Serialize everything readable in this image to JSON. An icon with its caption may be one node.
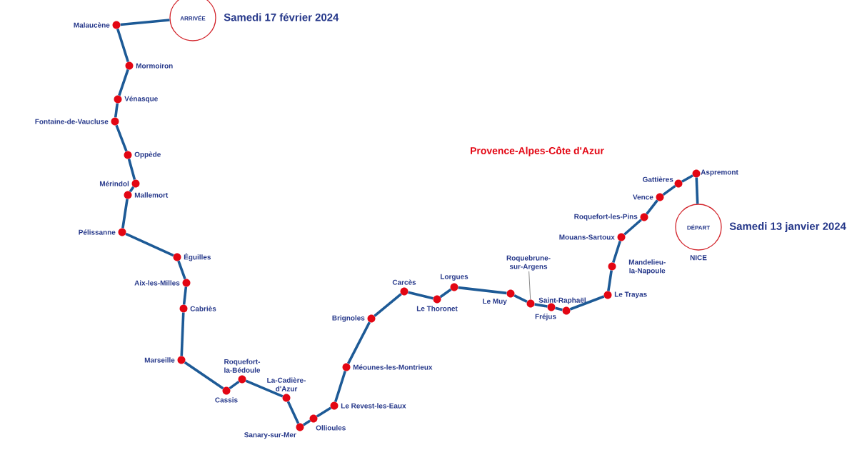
{
  "diagram": {
    "nodes": [
      {
        "text": [
          "ARRIVÉE"
        ],
        "beside": [
          "Samedi 17 février 2024"
        ]
      },
      {
        "text": [],
        "shape": "circle",
        "beside": [
          "Malaucène"
        ]
      },
      {
        "text": [],
        "shape": "circle",
        "beside": [
          "Mormoiron"
        ]
      },
      {
        "text": [],
        "shape": "circle",
        "beside": [
          "Vénasque"
        ]
      },
      {
        "text": [],
        "shape": "circle",
        "beside": [
          "Fontaine-de-Vaucluse"
        ]
      },
      {
        "text": [],
        "shape": "circle",
        "beside": [
          "Oppède"
        ]
      },
      {
        "text": [],
        "shape": "circle",
        "beside": [
          "Mérindol"
        ]
      },
      {
        "text": [],
        "shape": "circle",
        "beside": [
          "Mallemort"
        ]
      },
      {
        "text": [],
        "shape": "circle",
        "beside": [
          "Pélissanne"
        ]
      },
      {
        "text": [],
        "shape": "circle",
        "beside": [
          "Éguilles"
        ]
      },
      {
        "text": [],
        "shape": "circle",
        "beside": [
          "Aix-les-Milles"
        ]
      },
      {
        "text": [],
        "shape": "circle",
        "beside": [
          "Cabriès"
        ]
      },
      {
        "text": [],
        "shape": "circle",
        "beside": [
          "Marseille"
        ]
      },
      {
        "text": [],
        "shape": "circle",
        "beside": [
          "Cassis"
        ]
      },
      {
        "text": [],
        "shape": "circle",
        "beside": [
          "Roquefort-la-Bédoule"
        ]
      },
      {
        "text": [],
        "shape": "circle",
        "beside": [
          "La-Cadière-d'Azur"
        ]
      },
      {
        "text": [],
        "shape": "circle",
        "beside": [
          "Sanary-sur-Mer"
        ]
      },
      {
        "text": [],
        "shape": "circle",
        "beside": [
          "Ollioules"
        ]
      },
      {
        "text": [],
        "shape": "circle",
        "beside": [
          "Le Revest-les-Eaux"
        ]
      },
      {
        "text": [],
        "shape": "circle",
        "beside": [
          "Méounes-les-Montrieux"
        ]
      },
      {
        "text": [],
        "shape": "circle",
        "beside": [
          "Brignoles"
        ]
      },
      {
        "text": [],
        "shape": "circle",
        "beside": [
          "Carcès"
        ]
      },
      {
        "text": [],
        "shape": "circle",
        "beside": [
          "Le Thoronet"
        ]
      },
      {
        "text": [],
        "shape": "circle",
        "beside": [
          "Lorgues"
        ]
      },
      {
        "text": [],
        "shape": "circle",
        "beside": [
          "Le Muy"
        ]
      },
      {
        "text": [],
        "shape": "circle"
      },
      {
        "text": [],
        "shape": "circle",
        "beside": [
          "Fréjus"
        ]
      },
      {
        "text": [],
        "shape": "circle",
        "beside": [
          "Saint-Raphaël"
        ]
      },
      {
        "text": [],
        "shape": "circle",
        "beside": [
          "Le Trayas"
        ]
      },
      {
        "text": [],
        "shape": "circle",
        "beside": [
          "Mandelieu-la-Napoule"
        ]
      },
      {
        "text": [],
        "shape": "circle",
        "beside": [
          "Mouans-Sartoux"
        ]
      },
      {
        "text": [],
        "shape": "circle",
        "beside": [
          "Roquefort-les-Pins"
        ]
      },
      {
        "text": [],
        "shape": "circle",
        "beside": [
          "Vence"
        ]
      },
      {
        "text": [],
        "shape": "circle",
        "beside": [
          "Gattières"
        ]
      },
      {
        "text": [],
        "shape": "circle",
        "beside": [
          "Aspremont"
        ]
      },
      {
        "text": [
          "DÉPART"
        ],
        "beside": [
          "Samedi 13 janvier 2024",
          "NICE"
        ]
      },
      {
        "text": [
          "Roquebrune-sur-Argens"
        ]
      }
    ],
    "edges": [
      {
        "from": 0,
        "to": 1,
        "arrow": "none"
      },
      {
        "from": 1,
        "to": 2,
        "arrow": "none"
      },
      {
        "from": 2,
        "to": 3,
        "arrow": "none"
      },
      {
        "from": 3,
        "to": 4,
        "arrow": "none"
      },
      {
        "from": 4,
        "to": 5,
        "arrow": "none"
      },
      {
        "from": 5,
        "to": 6,
        "arrow": "none"
      },
      {
        "from": 6,
        "to": 7,
        "arrow": "none"
      },
      {
        "from": 7,
        "to": 8,
        "arrow": "none"
      },
      {
        "from": 8,
        "to": 9,
        "arrow": "none"
      },
      {
        "from": 9,
        "to": 10,
        "arrow": "none"
      },
      {
        "from": 10,
        "to": 11,
        "arrow": "none"
      },
      {
        "from": 11,
        "to": 12,
        "arrow": "none"
      },
      {
        "from": 12,
        "to": 13,
        "arrow": "none"
      },
      {
        "from": 13,
        "to": 14,
        "arrow": "none"
      },
      {
        "from": 14,
        "to": 15,
        "arrow": "none"
      },
      {
        "from": 15,
        "to": 16,
        "arrow": "none"
      },
      {
        "from": 16,
        "to": 17,
        "arrow": "none"
      },
      {
        "from": 17,
        "to": 18,
        "arrow": "none"
      },
      {
        "from": 18,
        "to": 19,
        "arrow": "none"
      },
      {
        "from": 19,
        "to": 20,
        "arrow": "none"
      },
      {
        "from": 20,
        "to": 21,
        "arrow": "none"
      },
      {
        "from": 21,
        "to": 22,
        "arrow": "none"
      },
      {
        "from": 22,
        "to": 23,
        "arrow": "none"
      },
      {
        "from": 23,
        "to": 24,
        "arrow": "none"
      },
      {
        "from": 24,
        "to": 25,
        "arrow": "none"
      },
      {
        "from": 25,
        "to": 26,
        "arrow": "none"
      },
      {
        "from": 26,
        "to": 27,
        "arrow": "none"
      },
      {
        "from": 27,
        "to": 28,
        "arrow": "none"
      },
      {
        "from": 28,
        "to": 29,
        "arrow": "none"
      },
      {
        "from": 29,
        "to": 30,
        "arrow": "none"
      },
      {
        "from": 30,
        "to": 31,
        "arrow": "none"
      },
      {
        "from": 31,
        "to": 32,
        "arrow": "none"
      },
      {
        "from": 32,
        "to": 33,
        "arrow": "none"
      },
      {
        "from": 33,
        "to": 34,
        "arrow": "none"
      },
      {
        "from": 34,
        "to": 35,
        "arrow": "none"
      },
      {
        "from": 36,
        "to": 25,
        "arrow": "none",
        "color": "#555555"
      }
    ],
    "labels": [
      "Provence-Alpes-Côte d'Azur"
    ]
  }
}
